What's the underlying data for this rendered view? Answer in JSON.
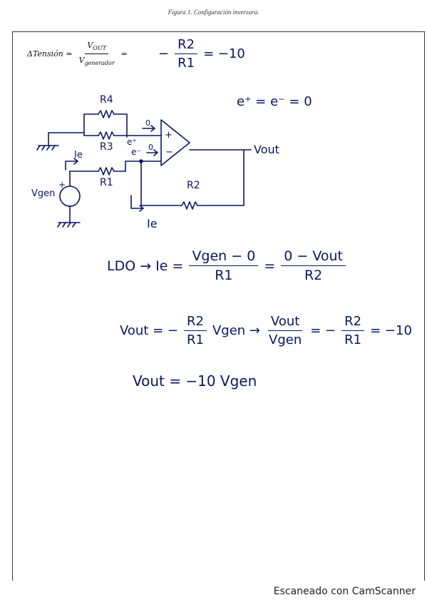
{
  "caption": "Figura 1. Configuración inversora.",
  "formula": {
    "lhs": "ΔTensión =",
    "num": "V",
    "num_sub": "OUT",
    "den": "V",
    "den_sub": "generador",
    "eq": "="
  },
  "handwritten_gain": {
    "minus": "−",
    "num": "R2",
    "den": "R1",
    "rest": "= −10"
  },
  "circuit": {
    "virtual_ground": "e⁺ = e⁻ = 0",
    "r4": "R4",
    "r3": "R3",
    "r1": "R1",
    "r2": "R2",
    "vout": "Vout",
    "vgen": "Vgen",
    "ie_top": "Ie",
    "ie_bottom": "Ie",
    "e_plus": "e⁺",
    "e_minus": "e⁻",
    "zero_top": "0",
    "zero_mid": "0",
    "plus_sign": "+",
    "minus_sign": "−",
    "source_plus": "+"
  },
  "equations": {
    "lko_label": "LDO → Ie =",
    "frac1_num": "Vgen − 0",
    "frac1_den": "R1",
    "eq": "=",
    "frac2_num": "0 − Vout",
    "frac2_den": "R2",
    "line2_lhs": "Vout = −",
    "line2_frac_num": "R2",
    "line2_frac_den": "R1",
    "line2_mid": "Vgen →",
    "line2_frac2_num": "Vout",
    "line2_frac2_den": "Vgen",
    "line2_eq": "= −",
    "line2_frac3_num": "R2",
    "line2_frac3_den": "R1",
    "line2_end": "= −10",
    "line3": "Vout = −10 Vgen"
  },
  "watermark": "Escaneado con CamScanner"
}
